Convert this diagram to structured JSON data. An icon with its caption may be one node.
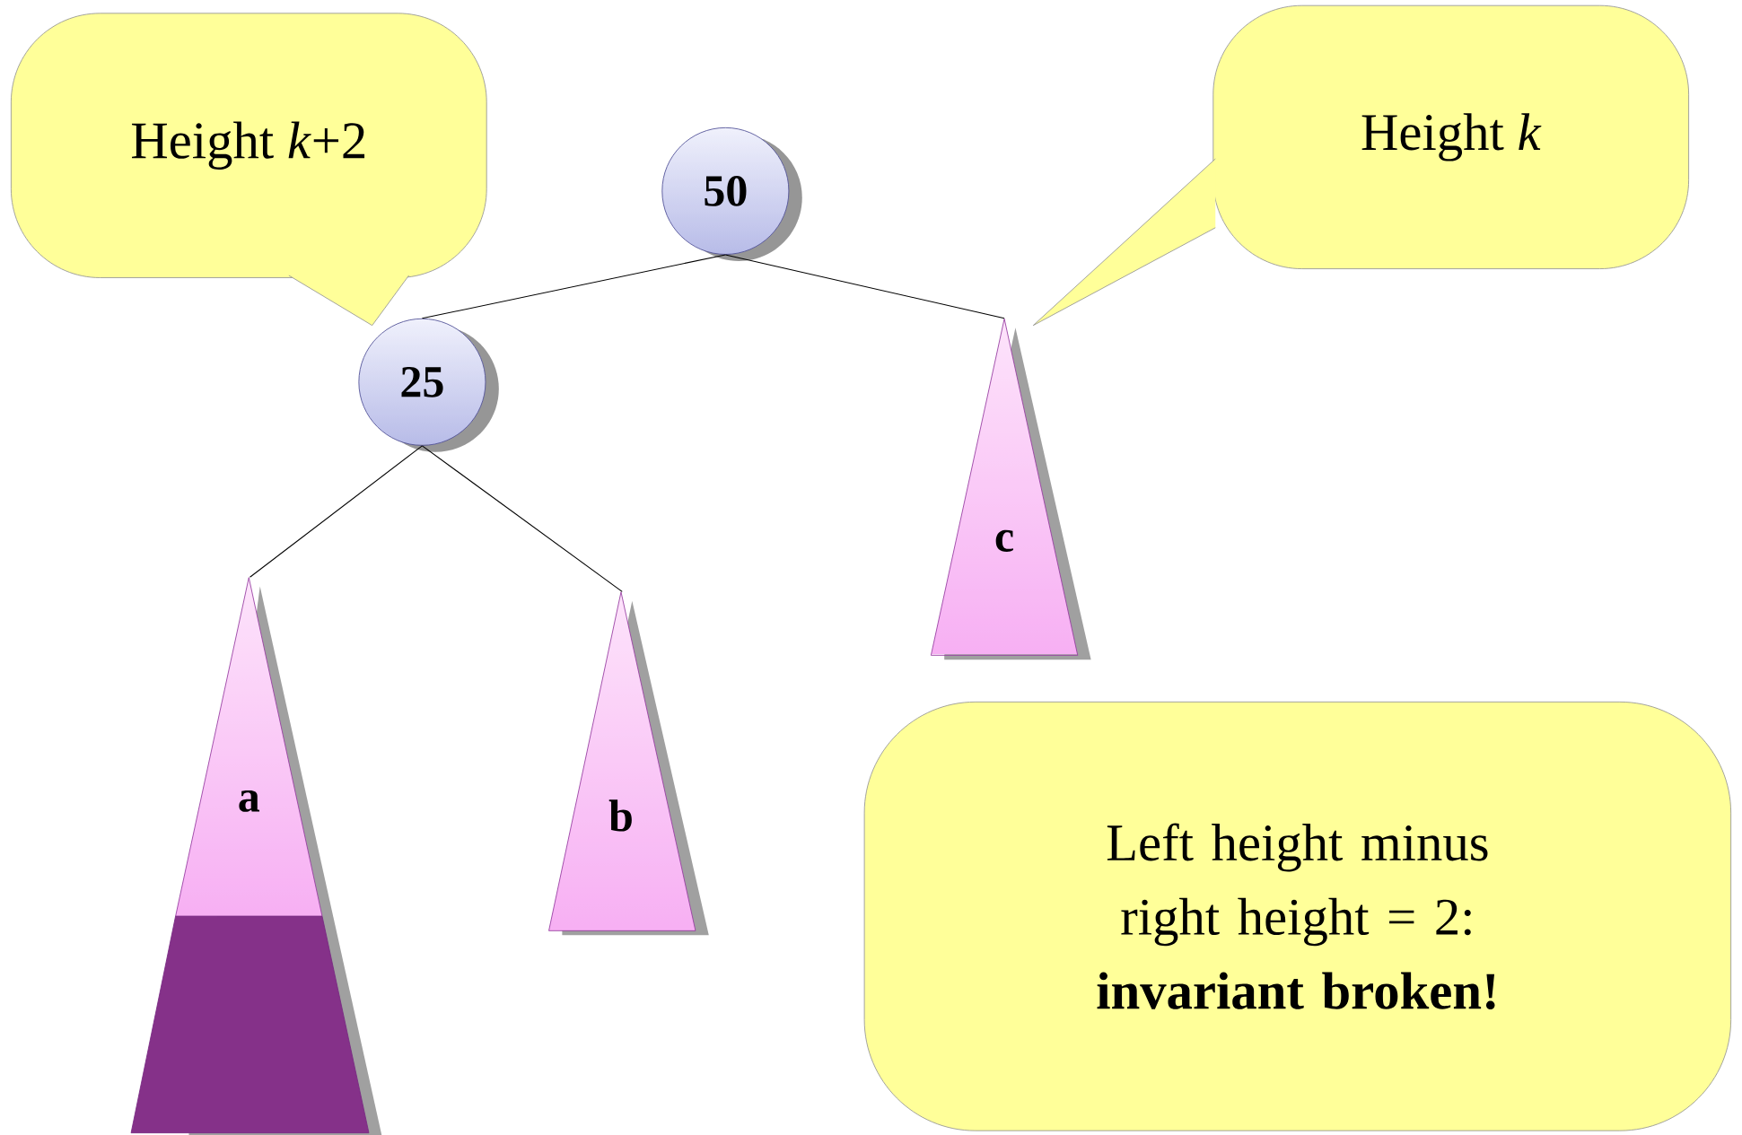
{
  "diagram": {
    "nodes": [
      {
        "text": [
          "Height *k*+2"
        ]
      },
      {
        "text": [
          "50"
        ]
      },
      {
        "text": [
          "Height *k*"
        ]
      },
      {
        "text": [
          "25"
        ]
      },
      {
        "text": [
          "c"
        ]
      },
      {
        "text": [
          "a"
        ]
      },
      {
        "text": [
          "b"
        ]
      },
      {
        "text": [
          "Left height minus right height = 2: **invariant broken!**"
        ]
      }
    ],
    "edges": [
      {
        "from": 1,
        "to": 3,
        "arrow": "none"
      },
      {
        "from": 1,
        "to": 4,
        "arrow": "none"
      },
      {
        "from": 3,
        "to": 5,
        "arrow": "none"
      },
      {
        "from": 3,
        "to": 6,
        "arrow": "none"
      }
    ]
  }
}
